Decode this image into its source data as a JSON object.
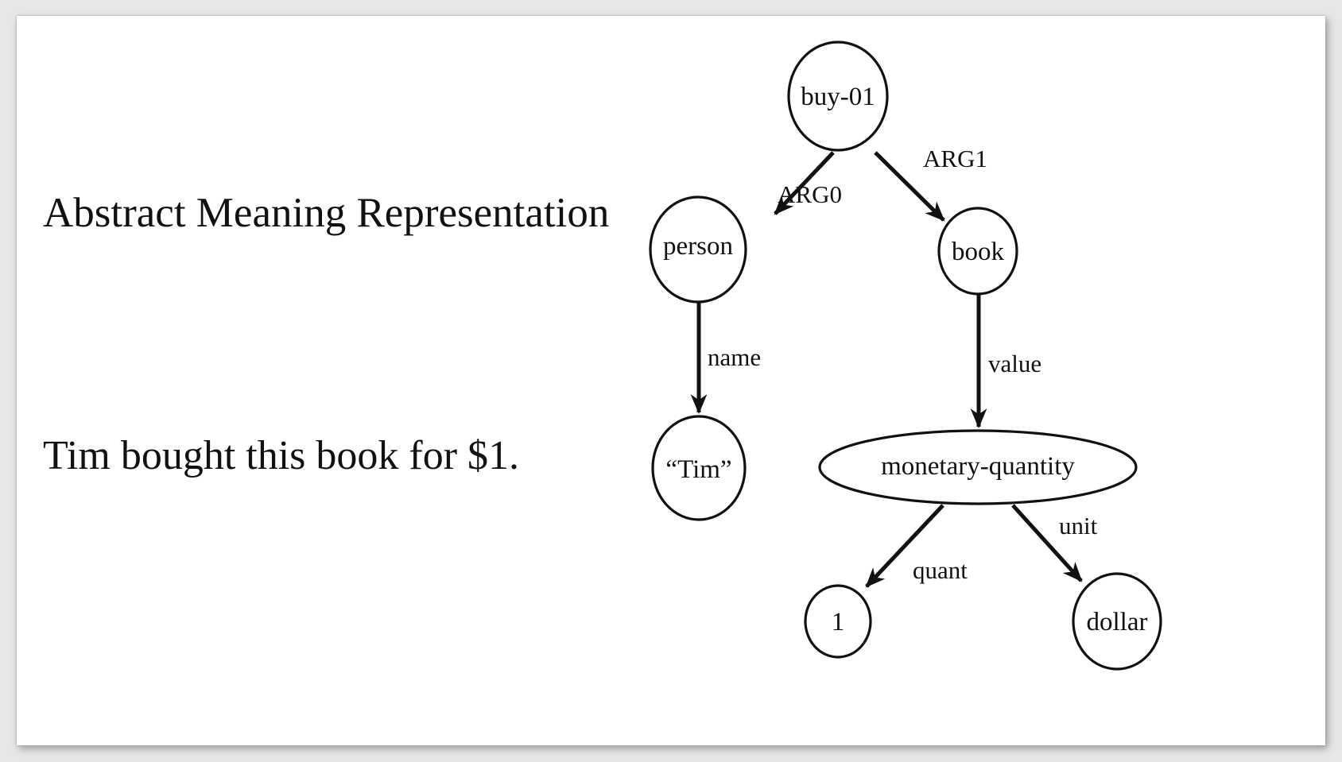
{
  "slide": {
    "heading": "Abstract Meaning Representation",
    "sentence": "Tim bought this book for $1."
  },
  "amr": {
    "nodes": {
      "buy": "buy-01",
      "person": "person",
      "book": "book",
      "tim": "“Tim”",
      "monetary": "monetary-quantity",
      "one": "1",
      "dollar": "dollar"
    },
    "edges": {
      "arg0": "ARG0",
      "arg1": "ARG1",
      "name": "name",
      "value": "value",
      "quant": "quant",
      "unit": "unit"
    }
  }
}
